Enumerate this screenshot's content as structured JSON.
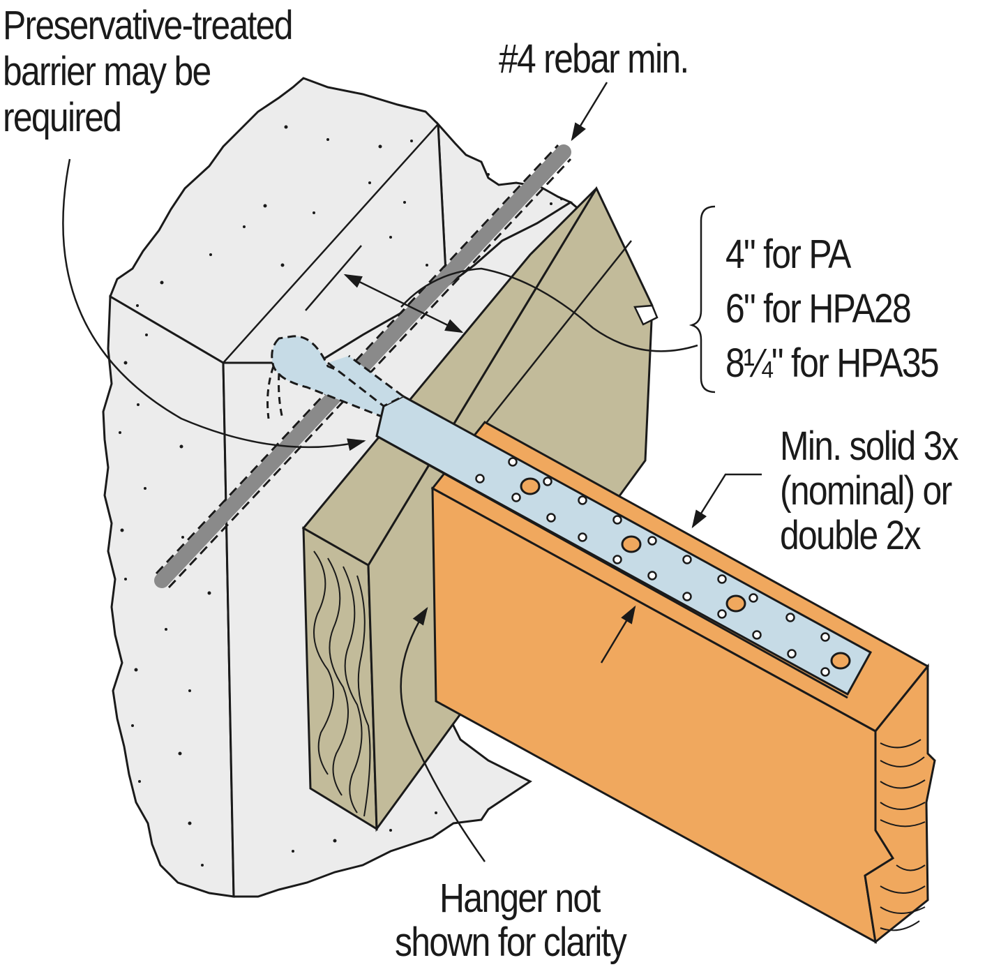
{
  "colors": {
    "concrete": "#ececec",
    "ledger": "#c2bb9a",
    "joist": "#f0a85e",
    "strap": "#c6dbe6",
    "rebar": "#8a8a8a",
    "outline": "#1a1a1a",
    "hole": "#f0a85e"
  },
  "labels": {
    "barrier": [
      "Preservative-treated",
      "barrier may be",
      "required"
    ],
    "rebar": "#4 rebar min.",
    "embed": [
      "4\" for PA",
      "6\" for HPA28",
      "8¼\" for HPA35"
    ],
    "joist": [
      "Min. solid 3x",
      "(nominal) or",
      "double 2x"
    ],
    "hanger": [
      "Hanger not",
      "shown for clarity"
    ]
  },
  "icons": {
    "arrowheads": "triangle-arrow-icon",
    "bracket": "curly-brace-icon"
  }
}
